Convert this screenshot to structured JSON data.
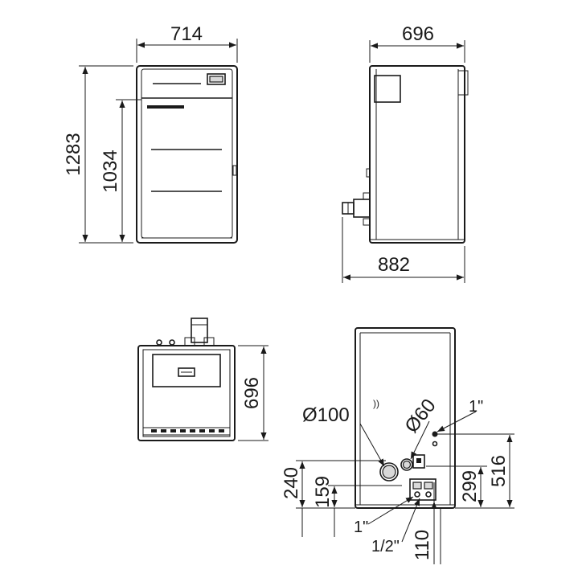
{
  "front_view": {
    "width_label": "714",
    "height_label": "1283",
    "door_height_label": "1034"
  },
  "side_view": {
    "width_label": "696",
    "depth_label": "882"
  },
  "top_view": {
    "depth_label": "696"
  },
  "rear_view": {
    "flue_label": "Ø100",
    "pipe_label": "Ø60",
    "thread_top_label": "1\"",
    "thread_bottom_label": "1\"",
    "thread_half_label": "1/2\"",
    "dim_240": "240",
    "dim_159": "159",
    "dim_299": "299",
    "dim_516": "516",
    "dim_110": "110"
  }
}
